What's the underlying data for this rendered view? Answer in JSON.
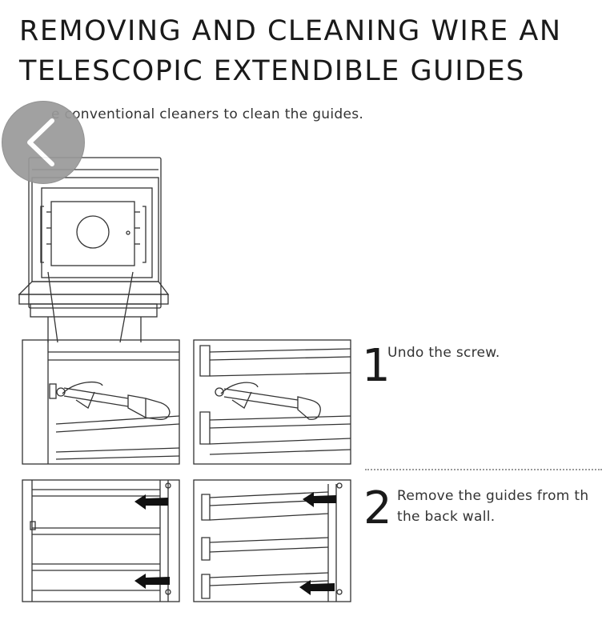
{
  "page": {
    "title_line1": "REMOVING AND CLEANING WIRE AN",
    "title_line2": "TELESCOPIC EXTENDIBLE GUIDES",
    "intro": "e conventional cleaners to clean the guides."
  },
  "nav": {
    "back_icon": "chevron-left-icon"
  },
  "steps": [
    {
      "number": "1",
      "text_line1": "Undo the screw.",
      "text_line2": ""
    },
    {
      "number": "2",
      "text_line1": "Remove the guides from th",
      "text_line2": "the back wall."
    }
  ],
  "colors": {
    "text": "#1c1c1c",
    "line_art": "#333333",
    "back_button": "#9a9a9a"
  }
}
